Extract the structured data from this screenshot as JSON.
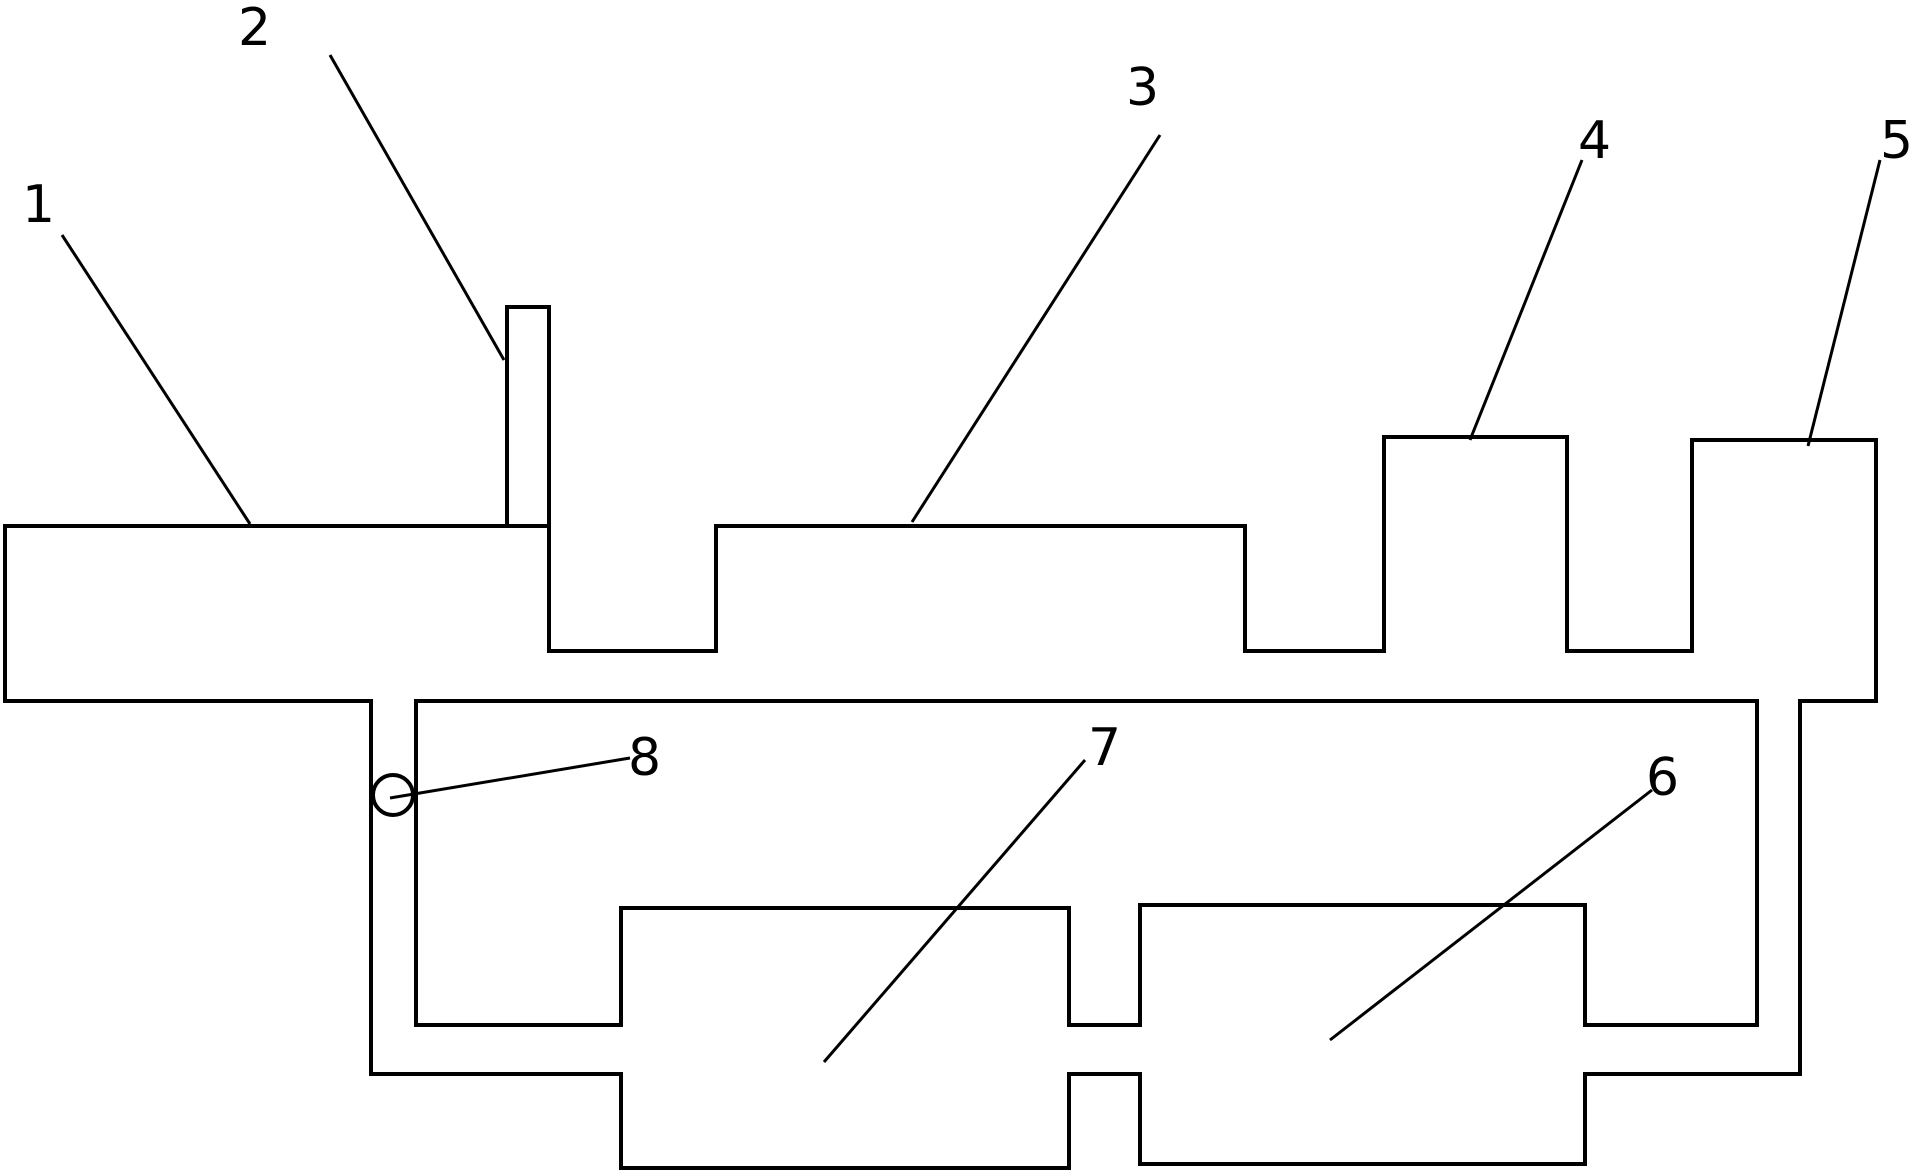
{
  "diagram": {
    "labels": {
      "l1": "1",
      "l2": "2",
      "l3": "3",
      "l4": "4",
      "l5": "5",
      "l6": "6",
      "l7": "7",
      "l8": "8"
    },
    "colors": {
      "line": "#000000",
      "background": "#ffffff"
    }
  }
}
